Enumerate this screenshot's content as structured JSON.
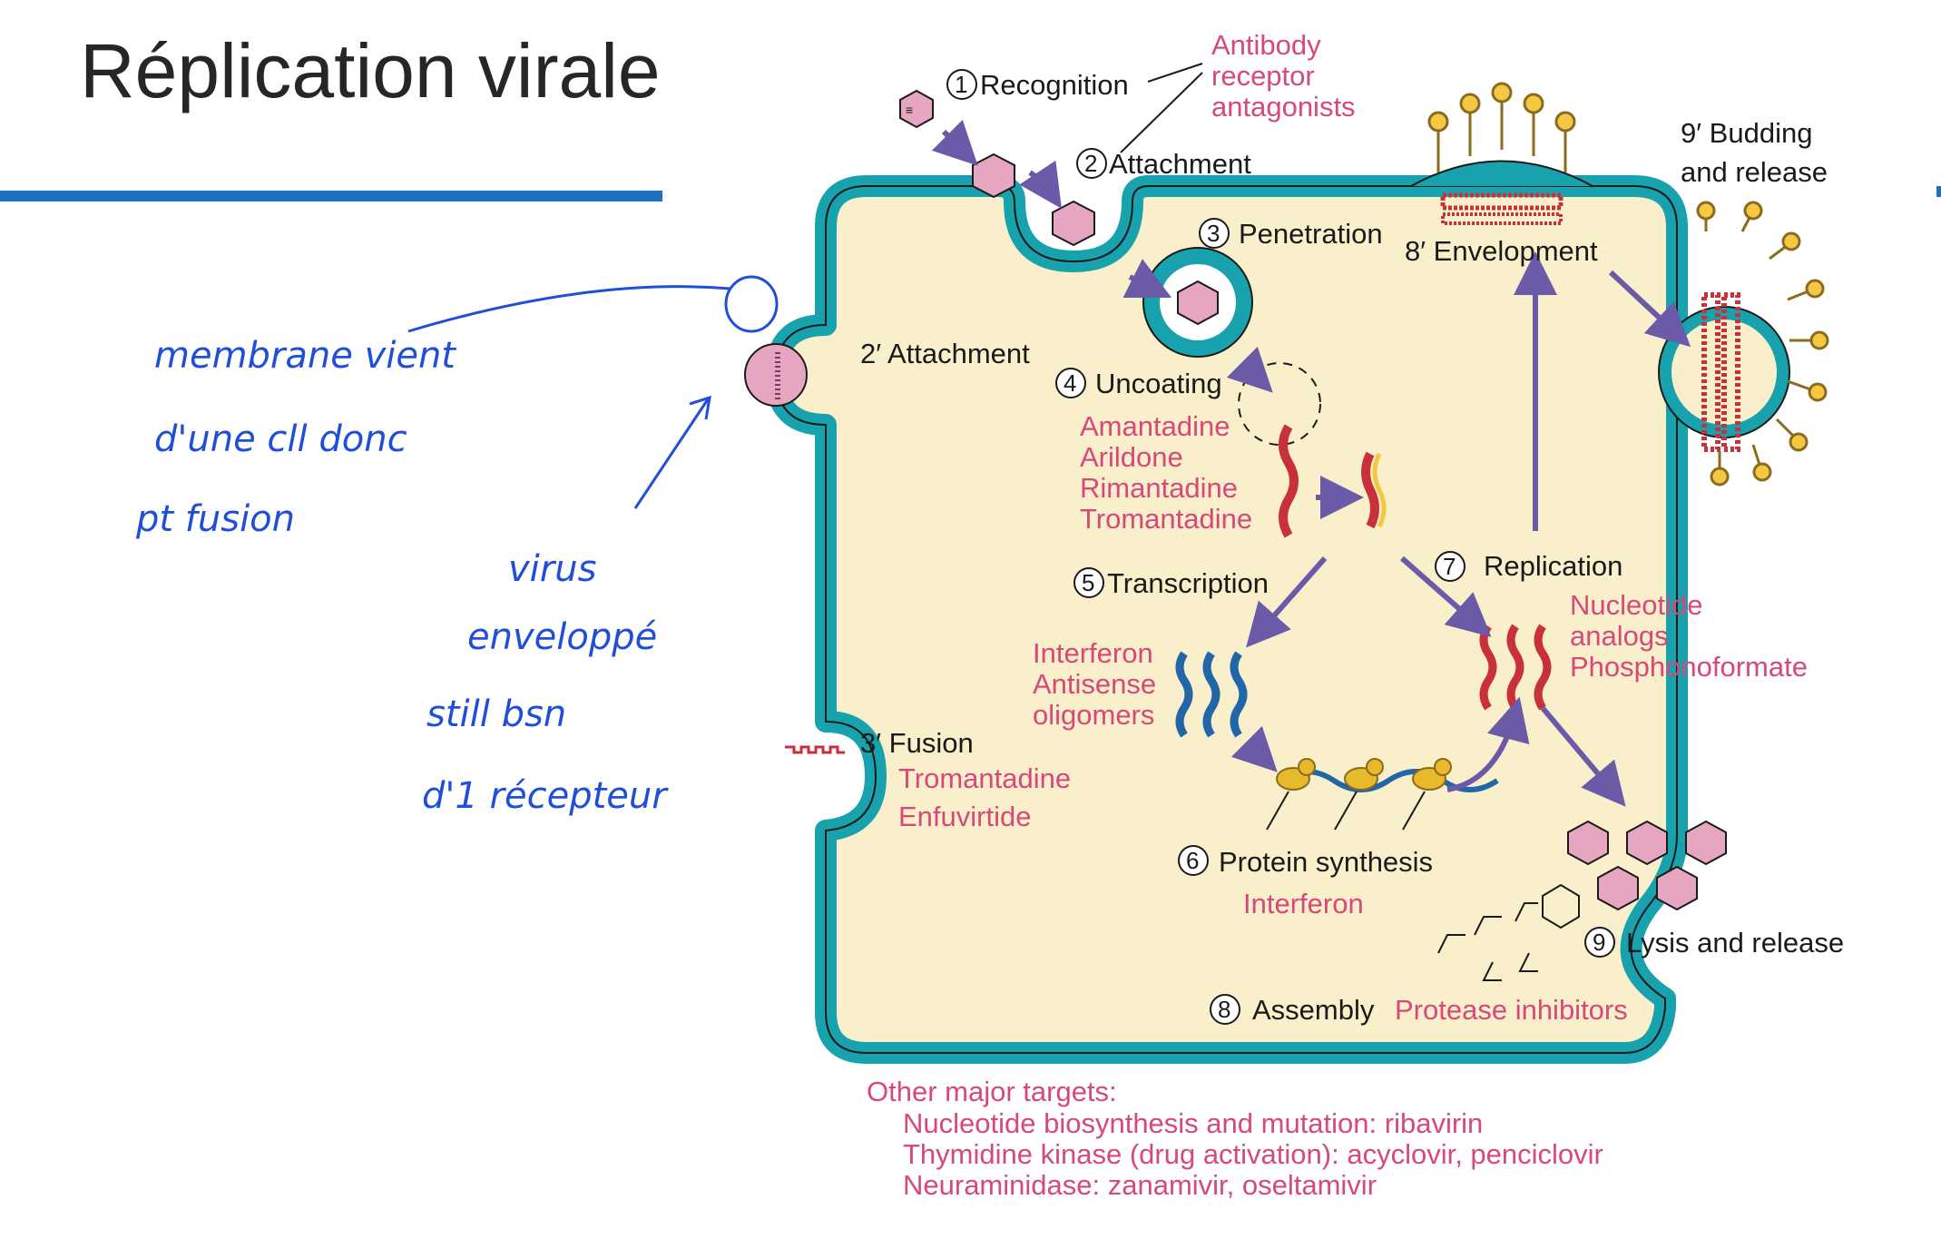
{
  "slide": {
    "title": "Réplication virale"
  },
  "diagram": {
    "steps": {
      "s1": {
        "num": "1",
        "label": "Recognition"
      },
      "s2": {
        "num": "2",
        "label": "Attachment"
      },
      "s3": {
        "num": "3",
        "label": "Penetration"
      },
      "s4": {
        "num": "4",
        "label": "Uncoating"
      },
      "s5": {
        "num": "5",
        "label": "Transcription"
      },
      "s6": {
        "num": "6",
        "label": "Protein synthesis"
      },
      "s7": {
        "num": "7",
        "label": "Replication"
      },
      "s8": {
        "num": "8",
        "label": "Assembly"
      },
      "s9": {
        "num": "9",
        "label": "Lysis and release"
      },
      "p2": "2′ Attachment",
      "p3": "3′ Fusion",
      "p8": "8′ Envelopment",
      "p9a": "9′ Budding",
      "p9b": "and release"
    },
    "drugs": {
      "antibody": [
        "Antibody",
        "receptor",
        "antagonists"
      ],
      "uncoating": [
        "Amantadine",
        "Arildone",
        "Rimantadine",
        "Tromantadine"
      ],
      "transcription": [
        "Interferon",
        "Antisense",
        "oligomers"
      ],
      "fusion": [
        "Tromantadine",
        "Enfuvirtide"
      ],
      "protein": "Interferon",
      "replication": [
        "Nucleotide",
        "analogs",
        "Phosphonoformate"
      ],
      "assembly": "Protease inhibitors"
    },
    "other_targets": {
      "heading": "Other major targets:",
      "lines": [
        "Nucleotide biosynthesis and mutation: ribavirin",
        "Thymidine kinase (drug activation): acyclovir, penciclovir",
        "Neuraminidase: zanamivir, oseltamivir"
      ]
    }
  },
  "handwritten": {
    "lines": [
      "membrane vient",
      "d'une cll donc",
      "pt fusion",
      "virus",
      "enveloppé",
      "still bsn",
      "d'1 récepteur"
    ]
  },
  "colors": {
    "accent": "#1f6fbf",
    "membrane": "#17a2ae",
    "cytoplasm": "#faefcb",
    "drug": "#d6497a",
    "arrow": "#6a5aa8",
    "ink": "#1f4fd8"
  }
}
